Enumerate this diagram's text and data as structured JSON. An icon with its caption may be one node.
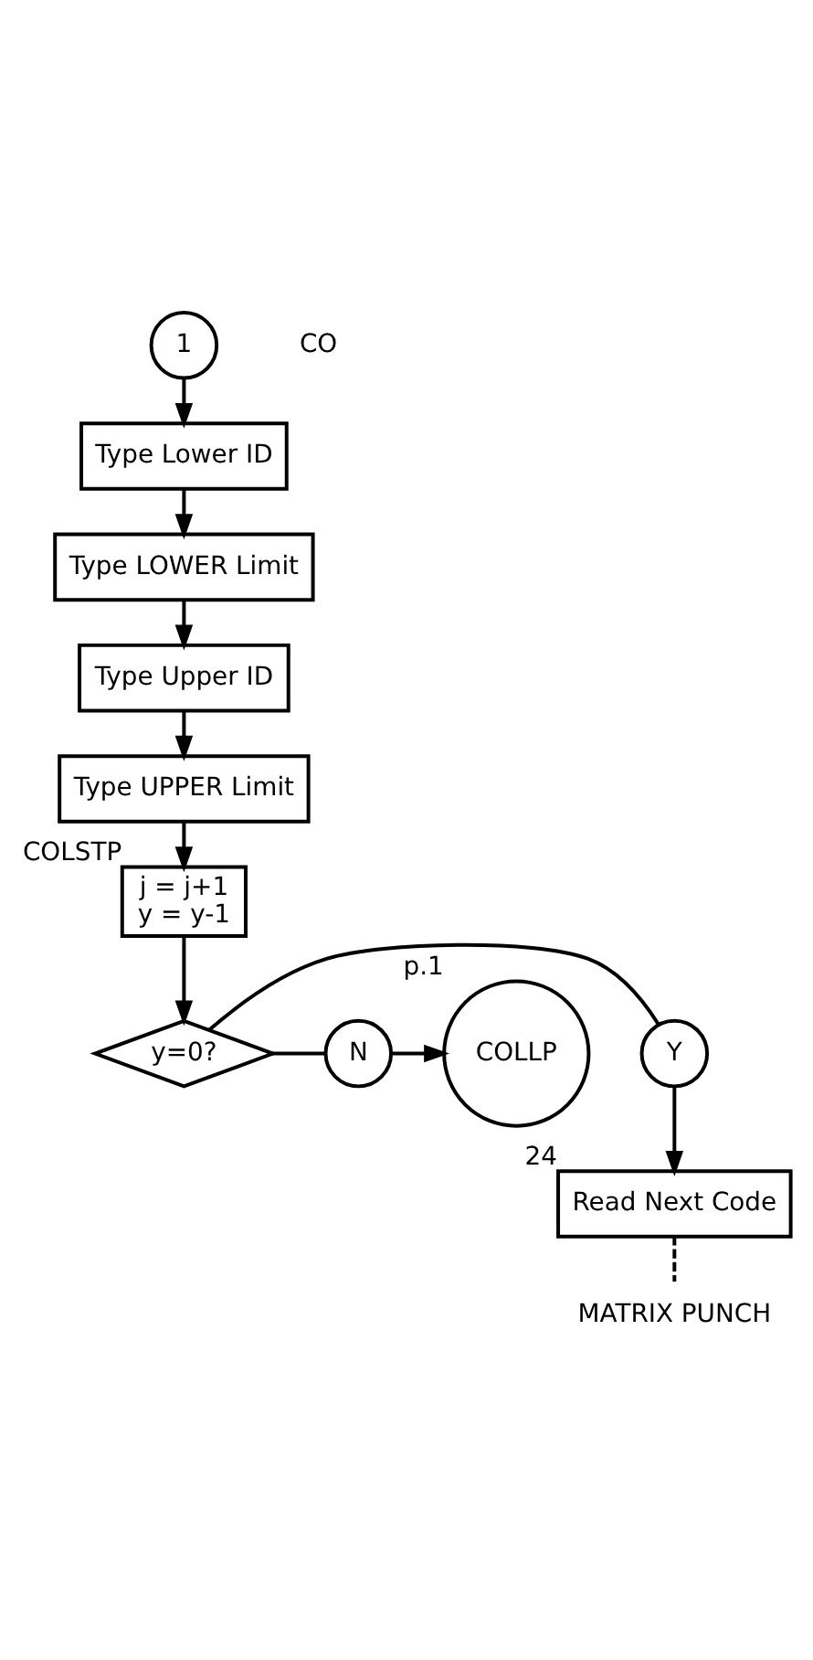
{
  "diagram": {
    "nodes": [
      {
        "text": [
          "1"
        ]
      },
      {
        "text": [
          "Type Lower ID"
        ]
      },
      {
        "text": [
          "Type LOWER Limit"
        ]
      },
      {
        "text": [
          "Type Upper ID"
        ]
      },
      {
        "text": [
          "Type UPPER Limit"
        ]
      },
      {
        "text": [
          "j = j+1",
          "y = y-1"
        ],
        "beside": [
          "COLSTP"
        ]
      },
      {
        "text": [
          "y=0?"
        ]
      },
      {
        "text": [
          "Y"
        ]
      },
      {
        "text": [
          "N"
        ]
      },
      {
        "text": [
          "COLLP"
        ],
        "beside": [
          "p.1"
        ]
      },
      {
        "text": [
          "Read Next Code"
        ],
        "beside": [
          "24"
        ]
      },
      {
        "text": [
          "MATRIX PUNCH"
        ]
      }
    ],
    "edges": [
      {
        "from": 0,
        "to": 1,
        "arrow": "to"
      },
      {
        "from": 1,
        "to": 2,
        "arrow": "to"
      },
      {
        "from": 2,
        "to": 3,
        "arrow": "to"
      },
      {
        "from": 3,
        "to": 4,
        "arrow": "to"
      },
      {
        "from": 4,
        "to": 5,
        "arrow": "to"
      },
      {
        "from": 5,
        "to": 6,
        "arrow": "to"
      },
      {
        "from": 6,
        "to": 7,
        "arrow": "none"
      },
      {
        "from": 6,
        "to": 8,
        "arrow": "none"
      },
      {
        "from": 8,
        "to": 9,
        "arrow": "to"
      },
      {
        "from": 7,
        "to": 10,
        "arrow": "to"
      },
      {
        "from": 10,
        "to": 11,
        "arrow": "none",
        "style": "dashed"
      }
    ],
    "labels": [
      "CO"
    ]
  }
}
